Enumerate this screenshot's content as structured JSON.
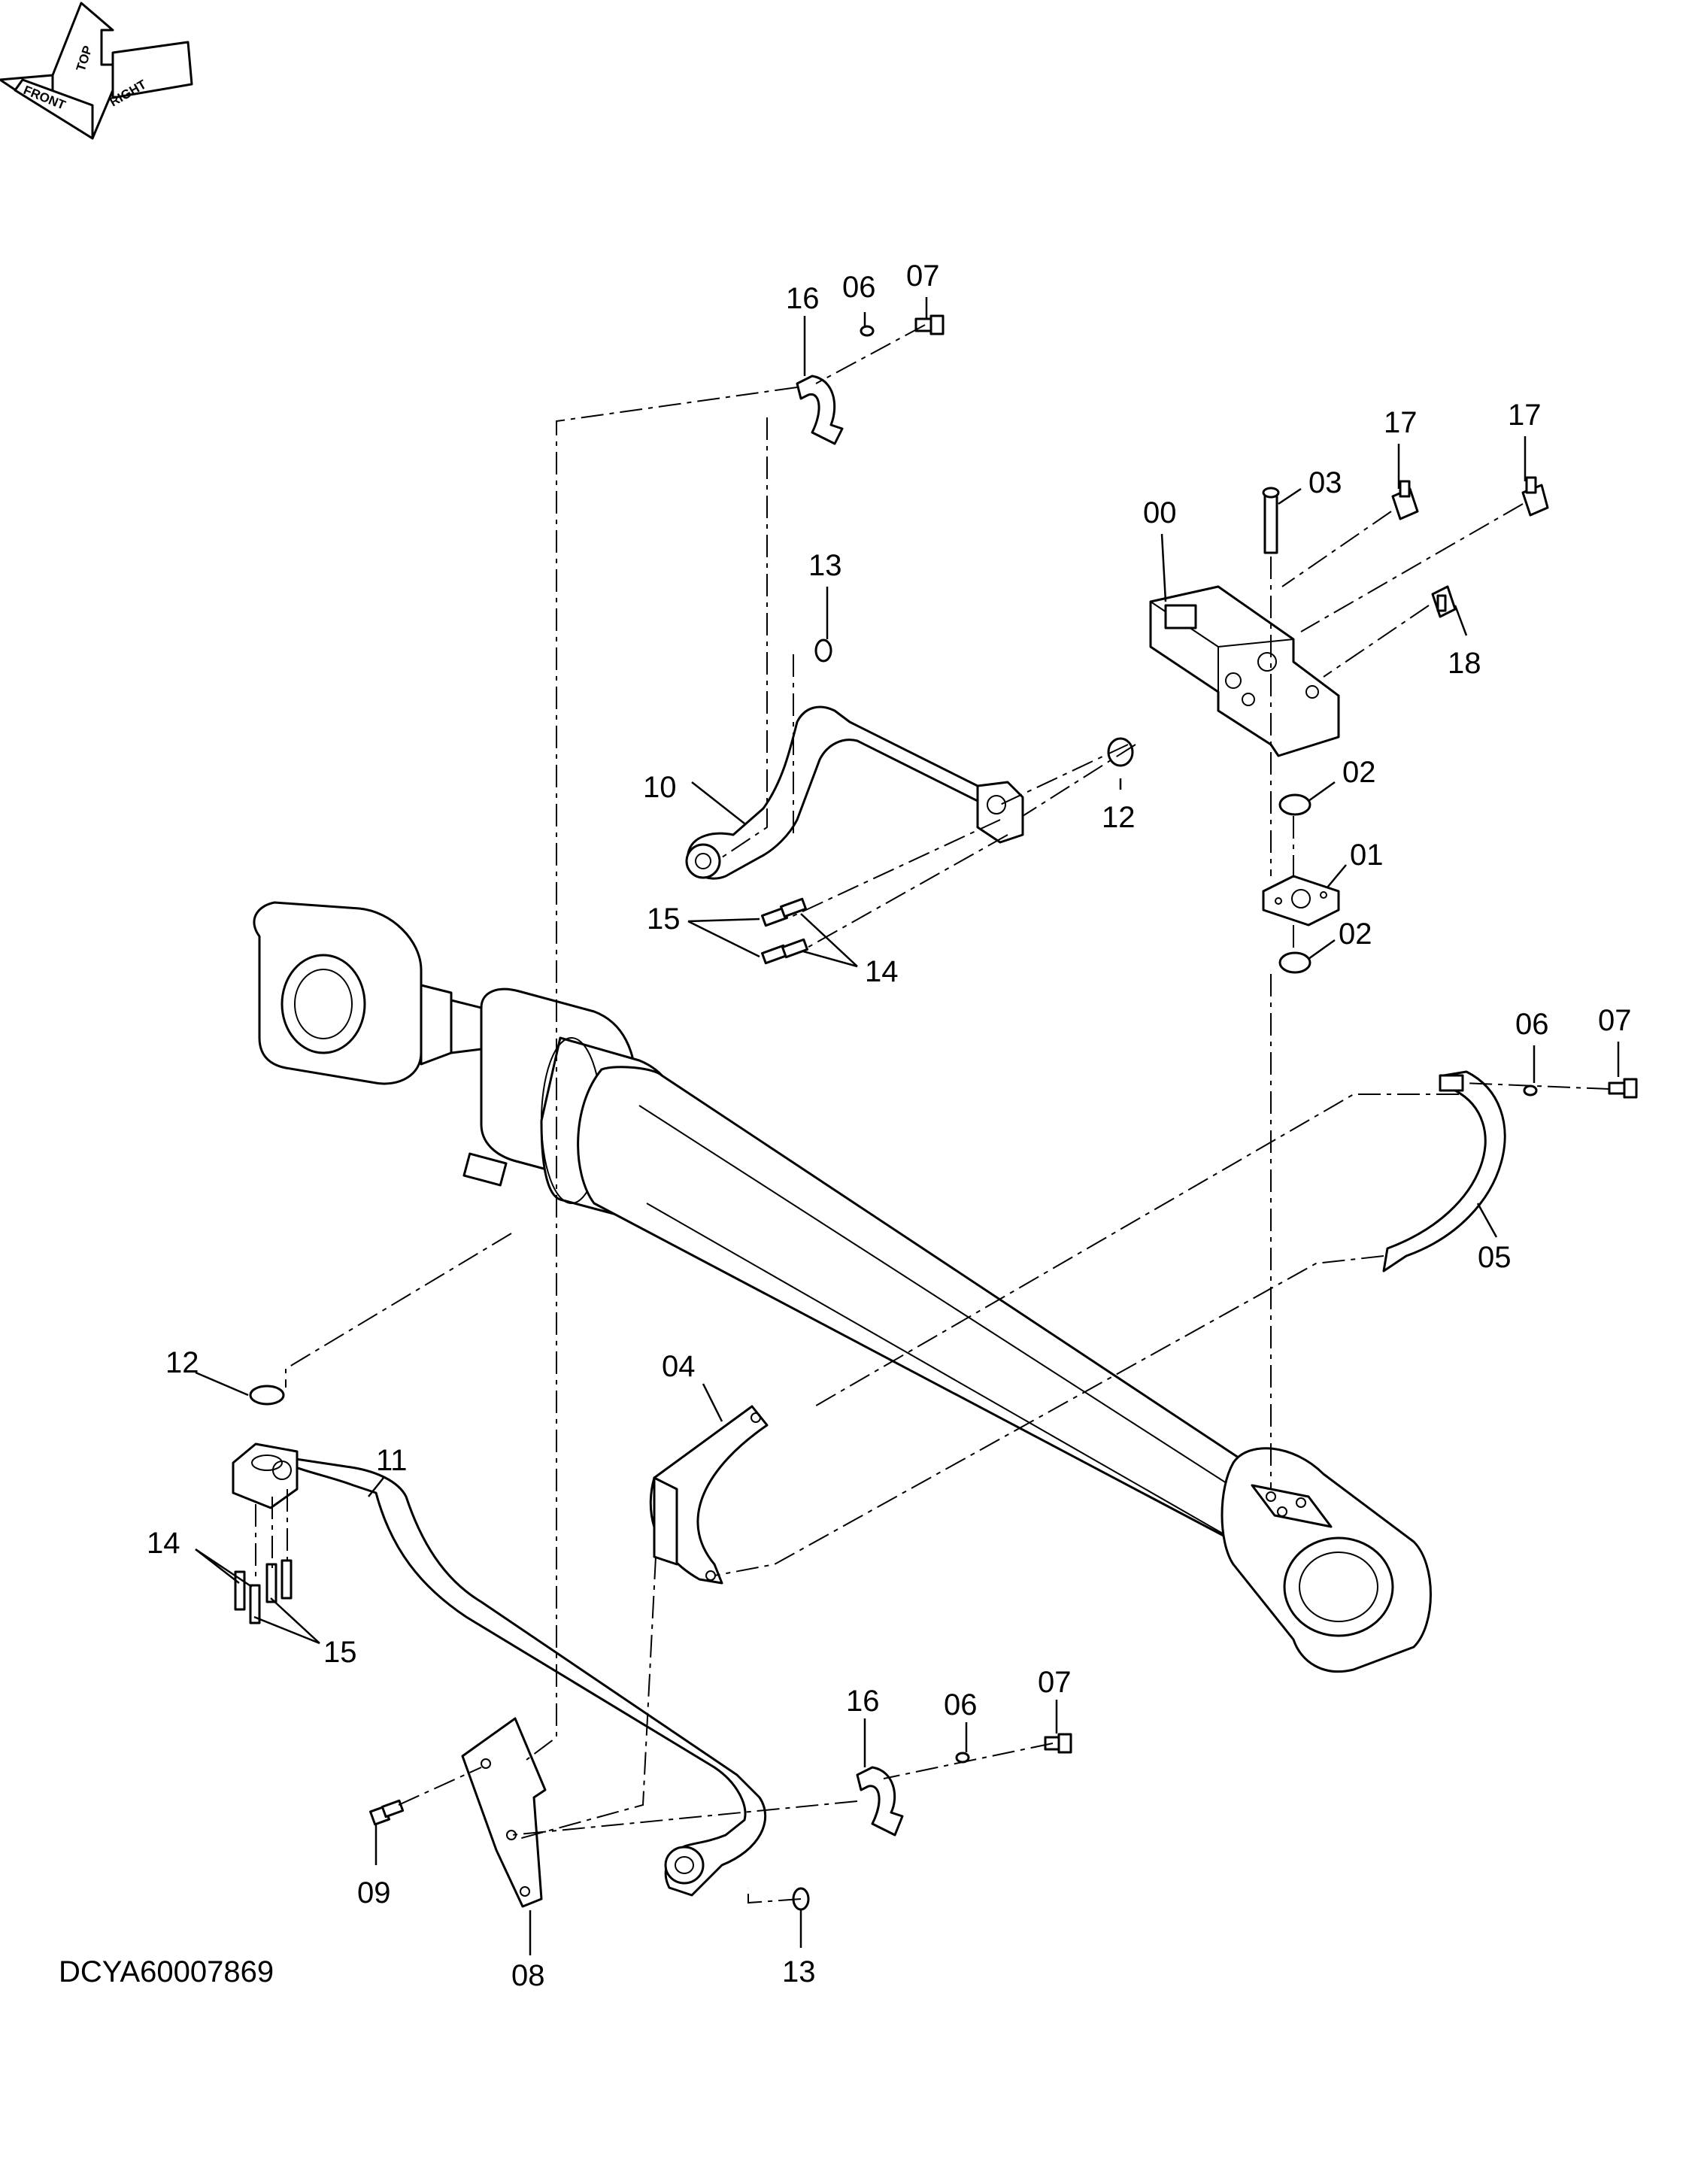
{
  "drawing_code": "DCYA60007869",
  "orientation": {
    "top": "TOP",
    "front": "FRONT",
    "right": "RIGHT"
  },
  "callouts": {
    "c00": "00",
    "c01": "01",
    "c02a": "02",
    "c02b": "02",
    "c03": "03",
    "c04": "04",
    "c05": "05",
    "c06a": "06",
    "c06b": "06",
    "c06c": "06",
    "c07a": "07",
    "c07b": "07",
    "c07c": "07",
    "c08": "08",
    "c09": "09",
    "c10": "10",
    "c11": "11",
    "c12a": "12",
    "c12b": "12",
    "c13a": "13",
    "c13b": "13",
    "c14a": "14",
    "c14b": "14",
    "c15a": "15",
    "c15b": "15",
    "c16a": "16",
    "c16b": "16",
    "c17a": "17",
    "c17b": "17",
    "c18": "18"
  }
}
